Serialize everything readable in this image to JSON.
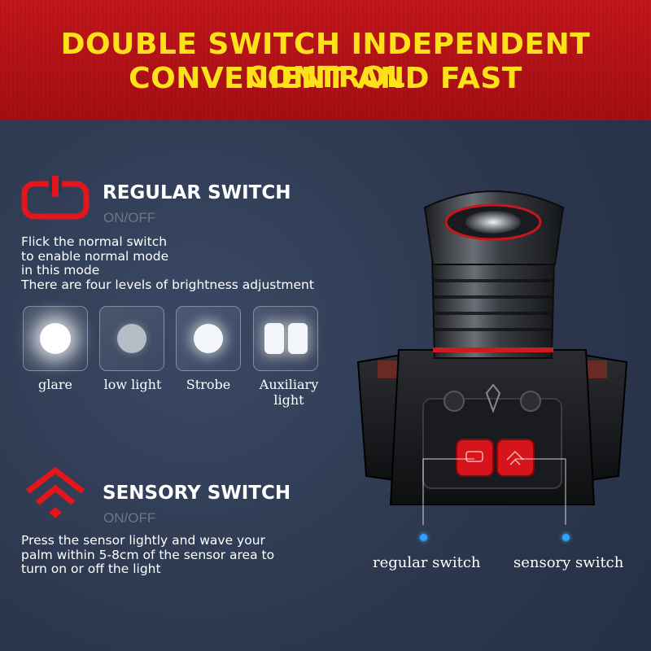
{
  "banner": {
    "line1": "DOUBLE SWITCH INDEPENDENT CONTROL",
    "line2": "CONVENIENT AND FAST"
  },
  "regular": {
    "title": "REGULAR SWITCH",
    "subtitle": "ON/OFF",
    "desc": [
      "Flick the normal switch",
      "to enable normal mode",
      "in this mode",
      "There are four levels of brightness adjustment"
    ],
    "icon": "power-icon"
  },
  "modes": [
    {
      "label": "glare",
      "icon": "glare-light-icon"
    },
    {
      "label": "low light",
      "icon": "low-light-icon"
    },
    {
      "label": "Strobe",
      "icon": "strobe-light-icon"
    },
    {
      "label": "Auxiliary light",
      "icon": "auxiliary-light-icon"
    }
  ],
  "sensory": {
    "title": "SENSORY SWITCH",
    "subtitle": "ON/OFF",
    "desc": [
      "Press the sensor lightly and wave your",
      "palm within 5-8cm of the sensor area to",
      "turn on or off the light"
    ],
    "icon": "sensor-wave-icon"
  },
  "callouts": {
    "regular": "regular switch",
    "sensory": "sensory switch"
  },
  "colors": {
    "banner_red": "#c4161b",
    "banner_text": "#ffe11a",
    "background": "#2f3b52",
    "accent_red": "#e3161c",
    "callout_blue": "#2ea3ff"
  }
}
